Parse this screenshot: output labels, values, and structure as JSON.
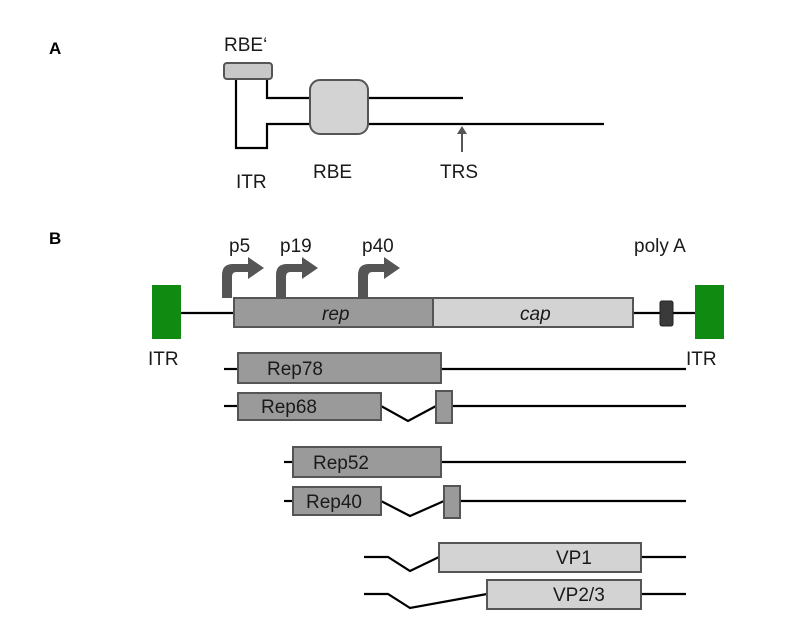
{
  "panel_a": {
    "label": "A",
    "rbe_prime": "RBE‘",
    "itr": "ITR",
    "rbe": "RBE",
    "trs": "TRS"
  },
  "panel_b": {
    "label": "B",
    "promoters": [
      "p5",
      "p19",
      "p40"
    ],
    "poly_a": "poly A",
    "rep": "rep",
    "cap": "cap",
    "itr_left": "ITR",
    "itr_right": "ITR",
    "transcripts": [
      "Rep78",
      "Rep68",
      "Rep52",
      "Rep40",
      "VP1",
      "VP2/3"
    ]
  },
  "colors": {
    "itr": "#118a11",
    "rep_dark": "#9a9a9a",
    "cap_light": "#d3d3d3",
    "promoter_arrow": "#555555",
    "polya_box": "#3a3a3a"
  }
}
